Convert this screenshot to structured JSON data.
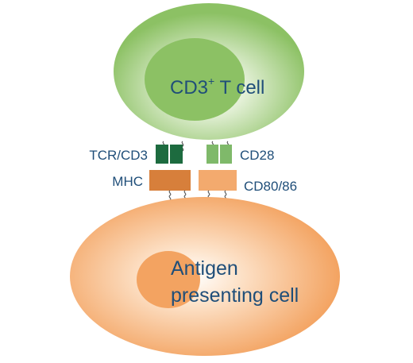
{
  "t_cell": {
    "label_main": "CD3",
    "label_sup": "+",
    "label_rest": " T cell",
    "colors": {
      "inner": "#ffffff",
      "outer": "#8cc164",
      "nucleus": "#8cc164"
    }
  },
  "apc": {
    "label_line1": "Antigen",
    "label_line2": "presenting cell",
    "colors": {
      "inner": "#ffffff",
      "outer": "#f3a361",
      "nucleus": "#f3a361"
    }
  },
  "molecules": {
    "tcr_cd3": {
      "label": "TCR/CD3",
      "color": "#1d6b3f"
    },
    "cd28": {
      "label": "CD28",
      "color": "#7fb96a"
    },
    "mhc": {
      "label": "MHC",
      "color": "#d77f3b"
    },
    "cd80_86": {
      "label": "CD80/86",
      "color": "#f3aa6e"
    }
  },
  "text_color": "#1f4e79"
}
